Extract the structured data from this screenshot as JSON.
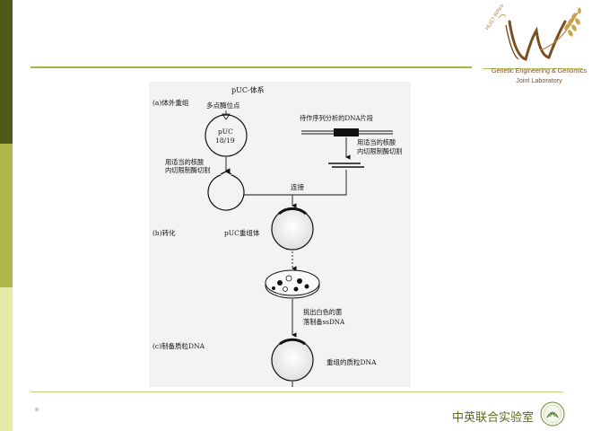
{
  "slide": {
    "lab_name_line1": "Genetic Engineering & Genomics",
    "lab_name_line2": "Joint Laboratory",
    "logo_text": "HUST-RRes",
    "footer_text": "中英联合实验室"
  },
  "diagram": {
    "title": "pUC-体系",
    "step_a": "(a)体外重组",
    "mcs_label": "多点酶位点",
    "plasmid_line1": "pUC",
    "plasmid_line2": "18/19",
    "enzyme_left_line1": "用适当的核酸",
    "enzyme_left_line2": "内切限制酶切割",
    "fragment_label": "待作序列分析的DNA片段",
    "enzyme_right_line1": "用适当的核酸",
    "enzyme_right_line2": "内切限制酶切割",
    "ligation_label": "连接",
    "step_b": "(b)转化",
    "recombinant_label": "pUC重组体",
    "pick_line1": "挑出白色的菌",
    "pick_line2": "落制备ssDNA",
    "step_c": "(c)制备质粒DNA",
    "final_label": "重组的质粒DNA"
  },
  "colors": {
    "band_dark": "#4d5a18",
    "band_mid": "#b0b64a",
    "band_light": "#e6e8a7",
    "rule": "#a8b23e",
    "footer_text": "#5a6a22",
    "lab_text": "#7a5030"
  }
}
